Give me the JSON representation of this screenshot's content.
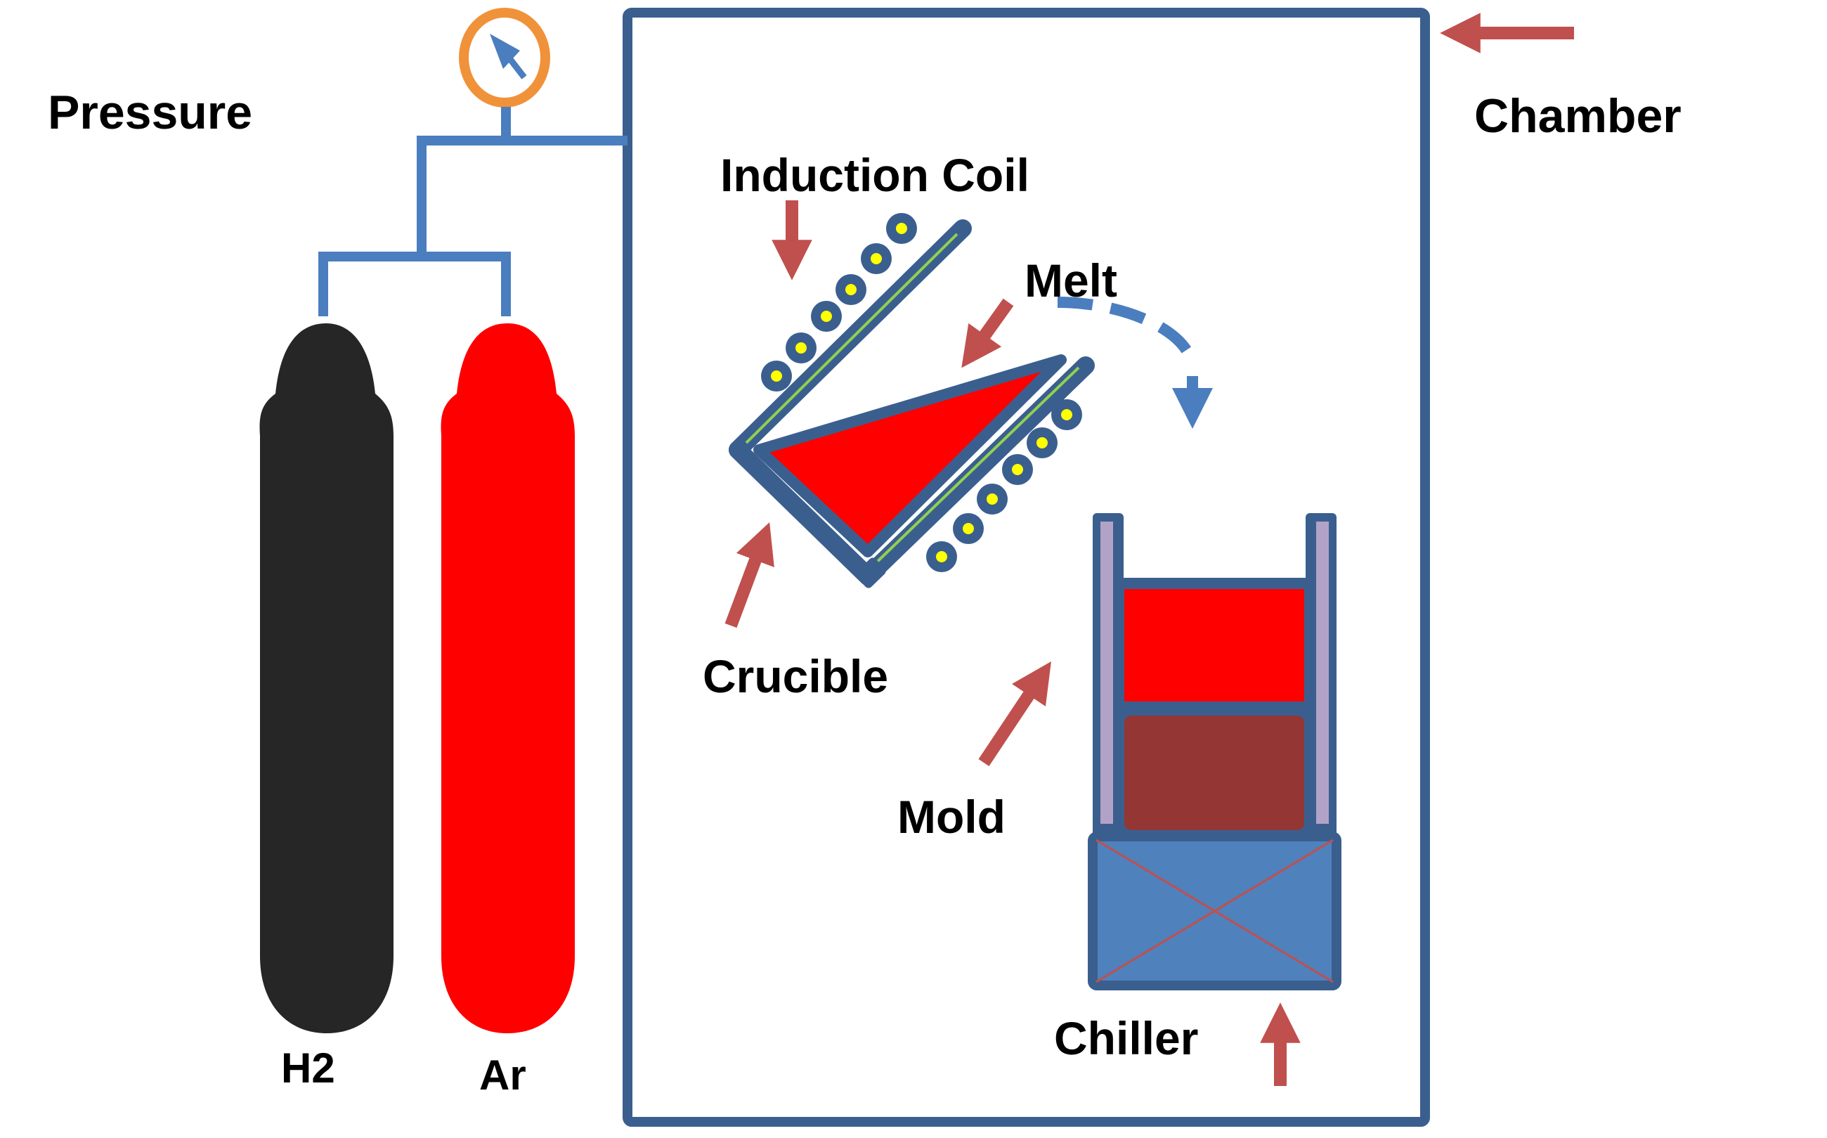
{
  "title": "Vacuum induction melting apparatus schematic",
  "labels": {
    "pressure": "Pressure",
    "chamber": "Chamber",
    "induction_coil": "Induction Coil",
    "melt": "Melt",
    "crucible": "Crucible",
    "mold": "Mold",
    "chiller": "Chiller",
    "h2": "H2",
    "ar": "Ar"
  },
  "colors": {
    "pipe": "#4a7ebf",
    "frame": "#3a5f8f",
    "gauge_ring": "#f0923a",
    "h2_cylinder": "#262626",
    "ar_cylinder": "#ff0000",
    "melt": "#ff0000",
    "solidified": "#943634",
    "coil_dot": "#ffff00",
    "coil_line": "#92d050",
    "mold_liner": "#b3a2c7",
    "chiller": "#4f81bd",
    "callout_arrow": "#c0504d"
  }
}
